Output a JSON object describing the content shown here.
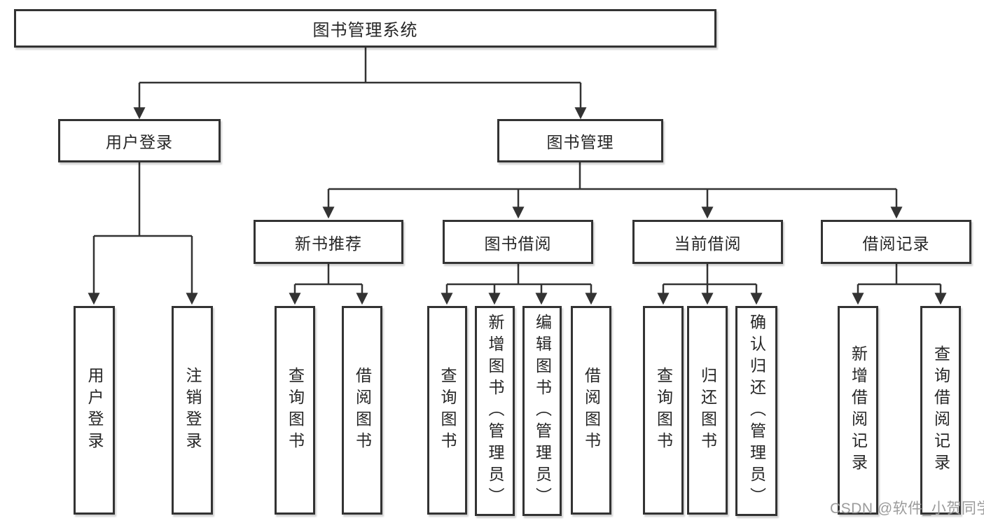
{
  "nodes": {
    "root": "图书管理系统",
    "user_login": "用户登录",
    "book_mgmt": "图书管理",
    "new_book": "新书推荐",
    "book_borrow": "图书借阅",
    "current_borrow": "当前借阅",
    "borrow_record": "借阅记录",
    "user_login_children": [
      "用户登录",
      "注销登录"
    ],
    "new_book_children": [
      "查询图书",
      "借阅图书"
    ],
    "book_borrow_children": [
      "查询图书",
      "新增图书（管理员）",
      "编辑图书（管理员）",
      "借阅图书"
    ],
    "current_borrow_children": [
      "查询图书",
      "归还图书",
      "确认归还（管理员）"
    ],
    "borrow_record_children": [
      "新增借阅记录",
      "查询借阅记录"
    ]
  },
  "watermark": {
    "text": "CSDN @软件_小贺同学",
    "color": "#9b9b9b"
  },
  "colors": {
    "line": "#333333",
    "border": "#333333",
    "fill": "#ffffff",
    "text": "#262626",
    "background": "#ffffff"
  }
}
